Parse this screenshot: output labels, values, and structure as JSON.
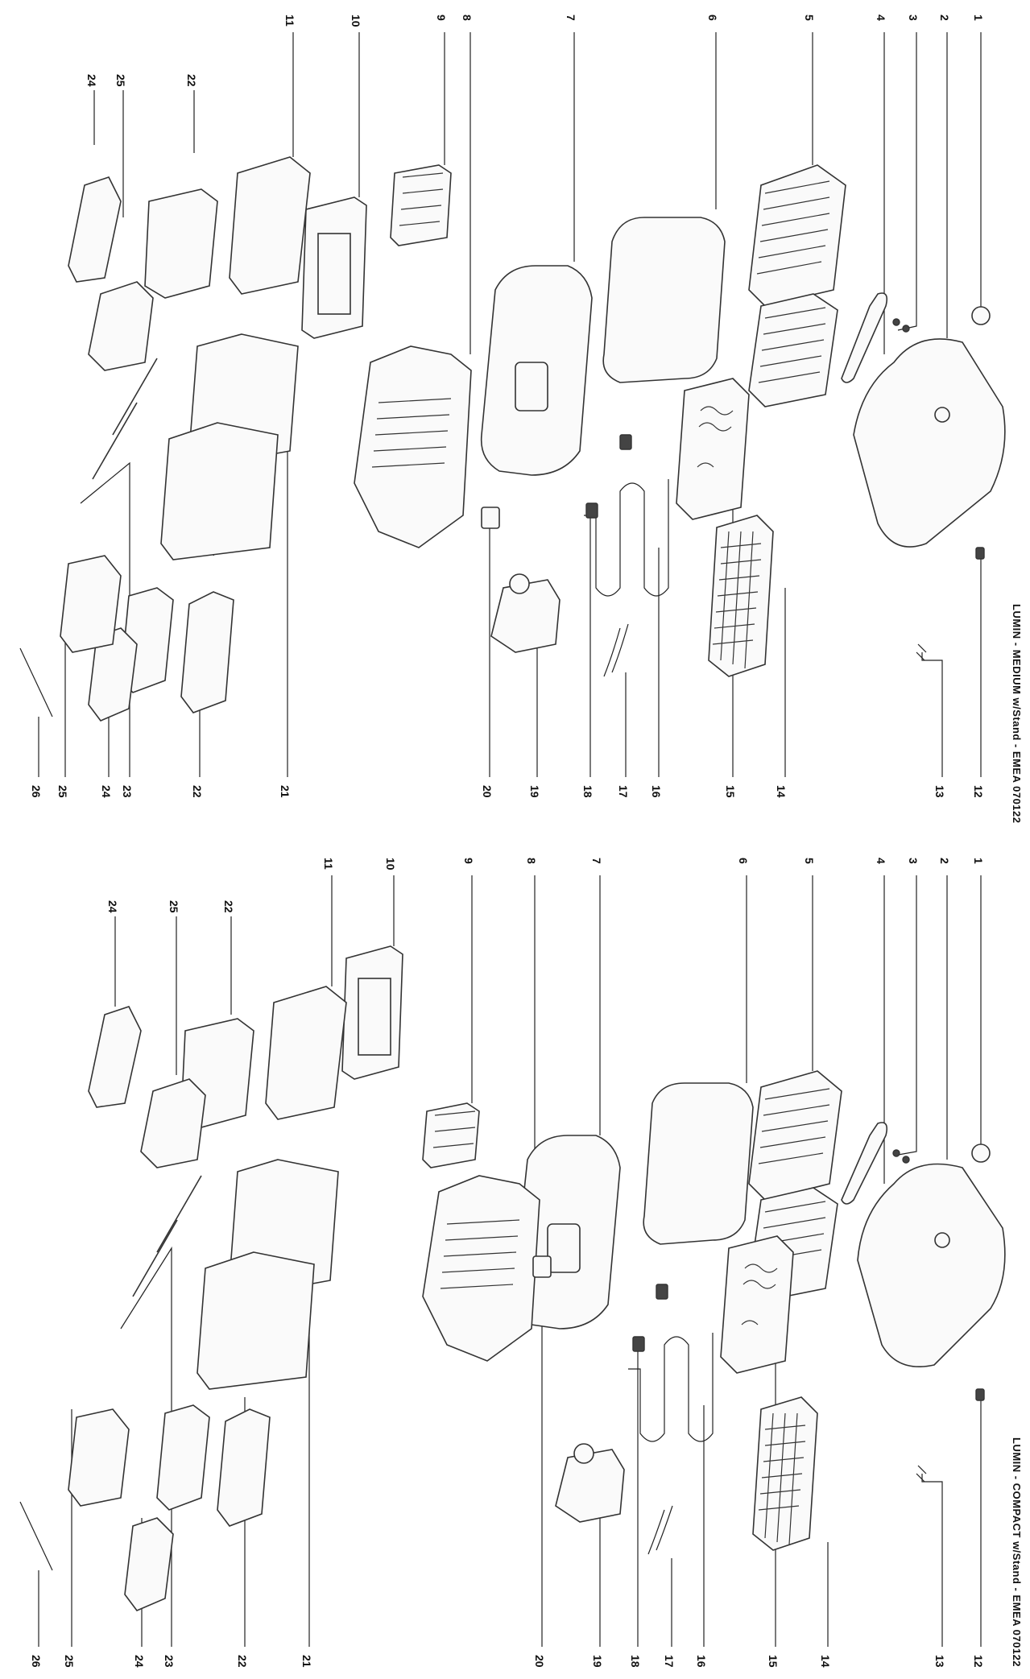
{
  "panels": [
    {
      "id": "medium",
      "title": "LUMIN - MEDIUM w/Stand - EMEA 070122",
      "callouts": [
        "1",
        "2",
        "3",
        "4",
        "5",
        "6",
        "7",
        "8",
        "9",
        "10",
        "11",
        "12",
        "13",
        "14",
        "15",
        "16",
        "17",
        "18",
        "19",
        "20",
        "21",
        "22",
        "23",
        "24",
        "25",
        "26"
      ],
      "inner_labels": [
        "22",
        "25",
        "24"
      ]
    },
    {
      "id": "compact",
      "title": "LUMIN - COMPACT w/Stand - EMEA 070122",
      "callouts": [
        "1",
        "2",
        "3",
        "4",
        "5",
        "6",
        "7",
        "8",
        "9",
        "10",
        "11",
        "12",
        "13",
        "14",
        "15",
        "16",
        "17",
        "18",
        "19",
        "20",
        "21",
        "22",
        "23",
        "24",
        "25",
        "26"
      ],
      "inner_labels": [
        "22",
        "25",
        "24"
      ]
    }
  ]
}
